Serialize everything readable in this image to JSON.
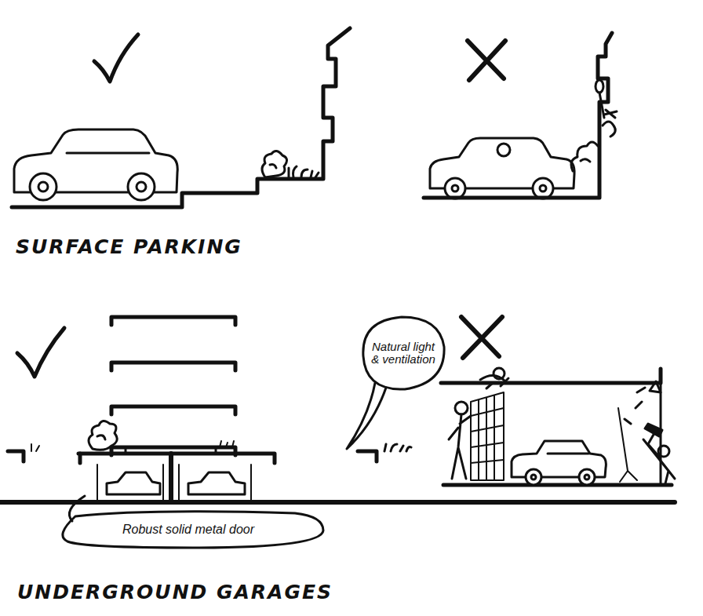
{
  "diagram": {
    "nodes": [
      {
        "text": [
          "Natural light & ventilation"
        ]
      },
      {
        "text": [
          "Robust solid metal door"
        ]
      }
    ],
    "labels": [
      "SURFACE PARKING",
      "UNDERGROUND GARAGES"
    ]
  }
}
